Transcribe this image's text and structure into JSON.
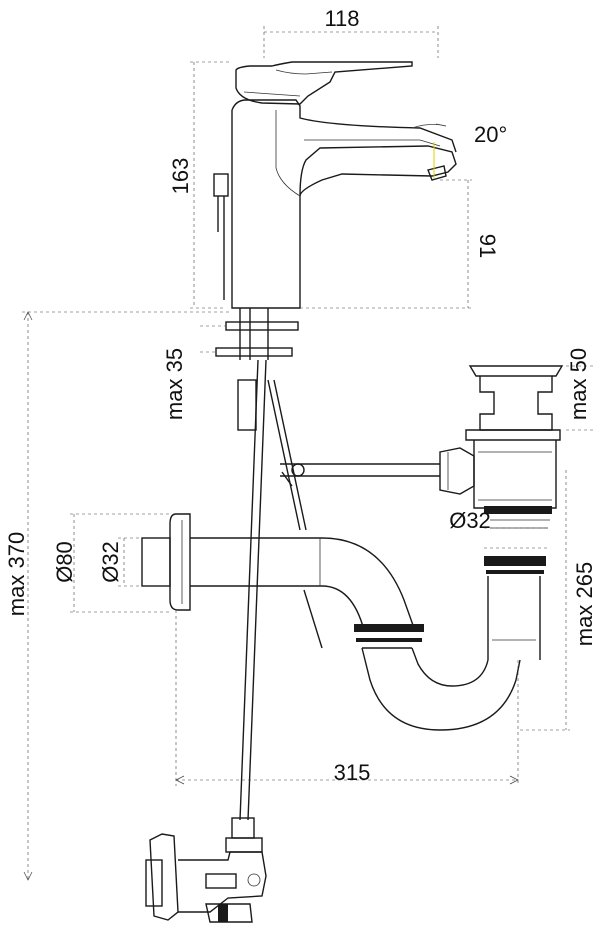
{
  "dimensions": {
    "width_118": "118",
    "height_163": "163",
    "angle_20": "20°",
    "height_91": "91",
    "max_35": "max 35",
    "max_50": "max 50",
    "max_370": "max 370",
    "dia_80": "Ø80",
    "dia_32_left": "Ø32",
    "dia_32_right": "Ø32",
    "max_265": "max 265",
    "length_315": "315"
  }
}
